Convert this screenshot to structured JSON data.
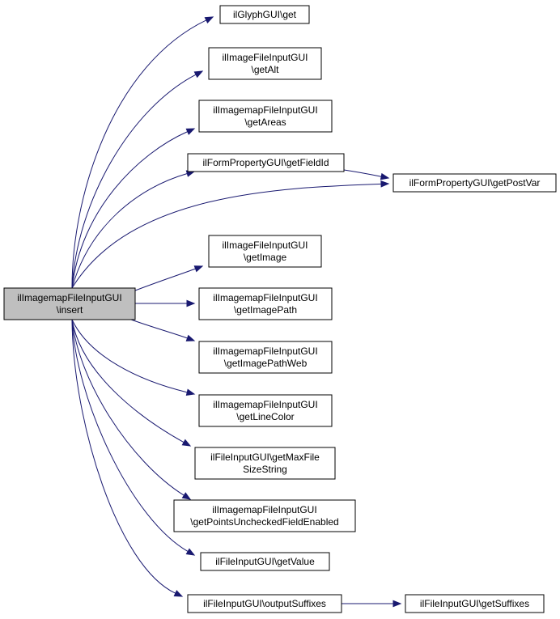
{
  "colors": {
    "edge": "#191970",
    "root_fill": "#bfbfbf",
    "node_fill": "#ffffff",
    "node_border": "#000000"
  },
  "nodes": [
    {
      "id": "insert",
      "lines": [
        "ilImagemapFileInputGUI",
        "\\insert"
      ],
      "root": true
    },
    {
      "id": "glyph_get",
      "lines": [
        "ilGlyphGUI\\get"
      ]
    },
    {
      "id": "getAlt",
      "lines": [
        "ilImageFileInputGUI",
        "\\getAlt"
      ]
    },
    {
      "id": "getAreas",
      "lines": [
        "ilImagemapFileInputGUI",
        "\\getAreas"
      ]
    },
    {
      "id": "getFieldId",
      "lines": [
        "ilFormPropertyGUI\\getFieldId"
      ]
    },
    {
      "id": "getPostVar",
      "lines": [
        "ilFormPropertyGUI\\getPostVar"
      ]
    },
    {
      "id": "getImage",
      "lines": [
        "ilImageFileInputGUI",
        "\\getImage"
      ]
    },
    {
      "id": "getImagePath",
      "lines": [
        "ilImagemapFileInputGUI",
        "\\getImagePath"
      ]
    },
    {
      "id": "getImagePathWeb",
      "lines": [
        "ilImagemapFileInputGUI",
        "\\getImagePathWeb"
      ]
    },
    {
      "id": "getLineColor",
      "lines": [
        "ilImagemapFileInputGUI",
        "\\getLineColor"
      ]
    },
    {
      "id": "getMaxFileSizeString",
      "lines": [
        "ilFileInputGUI\\getMaxFile",
        "SizeString"
      ]
    },
    {
      "id": "getPointsUnchecked",
      "lines": [
        "ilImagemapFileInputGUI",
        "\\getPointsUncheckedFieldEnabled"
      ]
    },
    {
      "id": "getValue",
      "lines": [
        "ilFileInputGUI\\getValue"
      ]
    },
    {
      "id": "outputSuffixes",
      "lines": [
        "ilFileInputGUI\\outputSuffixes"
      ]
    },
    {
      "id": "getSuffixes",
      "lines": [
        "ilFileInputGUI\\getSuffixes"
      ]
    }
  ],
  "edges": [
    {
      "from": "insert",
      "to": "glyph_get"
    },
    {
      "from": "insert",
      "to": "getAlt"
    },
    {
      "from": "insert",
      "to": "getAreas"
    },
    {
      "from": "insert",
      "to": "getFieldId"
    },
    {
      "from": "insert",
      "to": "getPostVar"
    },
    {
      "from": "insert",
      "to": "getImage"
    },
    {
      "from": "insert",
      "to": "getImagePath"
    },
    {
      "from": "insert",
      "to": "getImagePathWeb"
    },
    {
      "from": "insert",
      "to": "getLineColor"
    },
    {
      "from": "insert",
      "to": "getMaxFileSizeString"
    },
    {
      "from": "insert",
      "to": "getPointsUnchecked"
    },
    {
      "from": "insert",
      "to": "getValue"
    },
    {
      "from": "insert",
      "to": "outputSuffixes"
    },
    {
      "from": "getFieldId",
      "to": "getPostVar"
    },
    {
      "from": "outputSuffixes",
      "to": "getSuffixes"
    }
  ]
}
